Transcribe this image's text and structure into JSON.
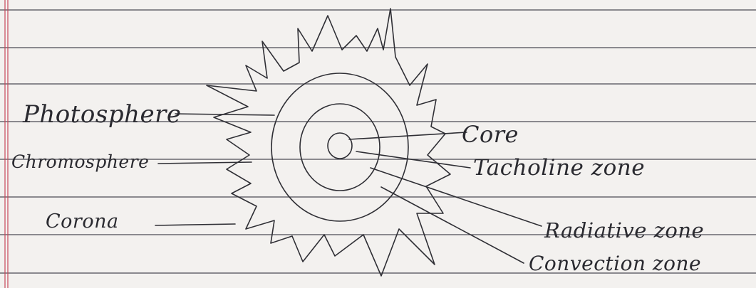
{
  "diagram": {
    "labels": {
      "photosphere": "Photosphere",
      "chromosphere": "Chromosphere",
      "corona": "Corona",
      "core": "Core",
      "tacholine": "Tacholine zone",
      "radiative": "Radiative zone",
      "convection": "Convection zone"
    }
  },
  "colors": {
    "paper": "#f3f1ef",
    "ruled_lines": "#4b4b55",
    "margin_line": "#c7485a",
    "ink": "#2f2f35"
  }
}
